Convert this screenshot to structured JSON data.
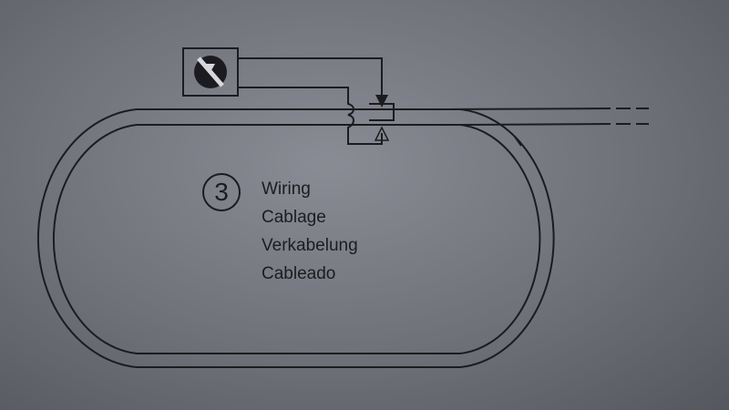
{
  "step": {
    "number": "3"
  },
  "labels": [
    "Wiring",
    "Cablage",
    "Verkabelung",
    "Cableado"
  ],
  "icons": {
    "controller": "transformer-controller-icon",
    "feeder": "feeder-arrow-icon"
  },
  "colors": {
    "line": "#1c1c20",
    "paper": "#7a7c84"
  }
}
